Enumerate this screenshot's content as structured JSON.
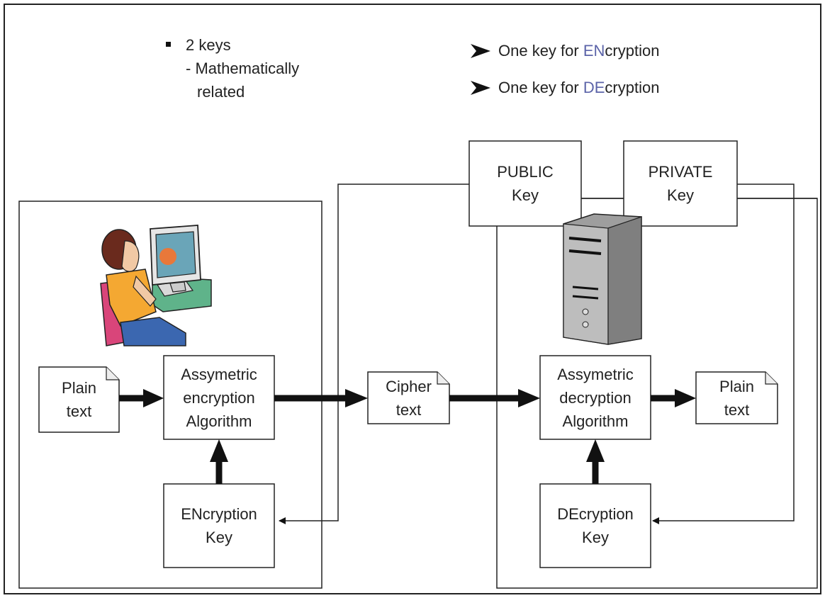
{
  "notes": {
    "keys_title": "2 keys",
    "keys_sub1": "- Mathematically",
    "keys_sub2": "related",
    "enc_line_hl": "EN",
    "enc_line_prefix": "One key for ",
    "enc_line_suffix": "cryption",
    "dec_line_prefix": "One key for ",
    "dec_line_hl": "DE",
    "dec_line_suffix": "cryption"
  },
  "keys": {
    "public_line1": "PUBLIC",
    "public_line2": "Key",
    "private_line1": "PRIVATE",
    "private_line2": "Key"
  },
  "sender": {
    "plain_line1": "Plain",
    "plain_line2": "text",
    "algo_line1": "Assymetric",
    "algo_line2": "encryption",
    "algo_line3": "Algorithm",
    "key_line1": "ENcryption",
    "key_line2": "Key"
  },
  "channel": {
    "cipher_line1": "Cipher",
    "cipher_line2": "text"
  },
  "receiver": {
    "algo_line1": "Assymetric",
    "algo_line2": "decryption",
    "algo_line3": "Algorithm",
    "plain_line1": "Plain",
    "plain_line2": "text",
    "key_line1": "DEcryption",
    "key_line2": "Key"
  },
  "colors": {
    "highlight": "#5b63a8",
    "line": "#222222"
  }
}
